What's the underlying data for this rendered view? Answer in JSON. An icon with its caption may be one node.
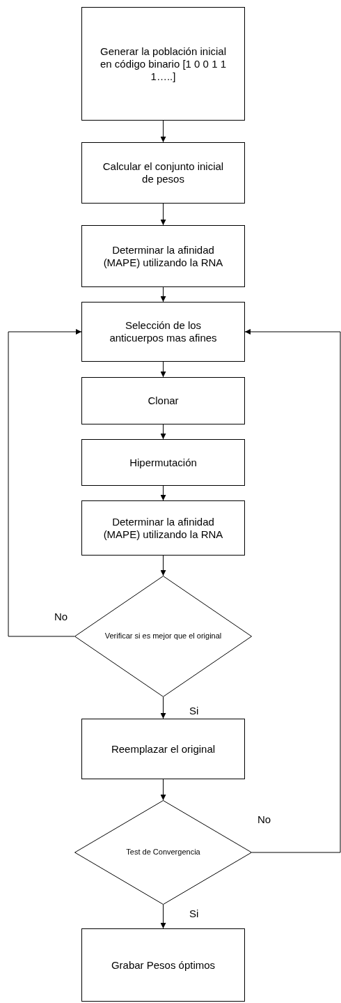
{
  "diagram": {
    "nodes": [
      {
        "text": [
          "Generar la población inicial en código binario [1 0 0 1 1 1…..]"
        ]
      },
      {
        "text": [
          "Calcular el conjunto inicial de pesos"
        ]
      },
      {
        "text": [
          "Determinar la afinidad (MAPE) utilizando la RNA"
        ]
      },
      {
        "text": [
          "Selección de los anticuerpos mas afines"
        ]
      },
      {
        "text": [
          "Clonar"
        ]
      },
      {
        "text": [
          "Hipermutación"
        ]
      },
      {
        "text": [
          "Determinar la afinidad (MAPE) utilizando la RNA"
        ]
      },
      {
        "text": [
          "Verificar si es mejor que el original"
        ]
      },
      {
        "text": [
          "Reemplazar el original"
        ]
      },
      {
        "text": [
          "Test de Convergencia"
        ]
      },
      {
        "text": [
          "Grabar Pesos óptimos"
        ]
      }
    ],
    "edges": [
      {
        "from": 0,
        "to": 1,
        "arrow": "to"
      },
      {
        "from": 1,
        "to": 2,
        "arrow": "to"
      },
      {
        "from": 2,
        "to": 3,
        "arrow": "to"
      },
      {
        "from": 3,
        "to": 4,
        "arrow": "to"
      },
      {
        "from": 4,
        "to": 5,
        "arrow": "to"
      },
      {
        "from": 5,
        "to": 6,
        "arrow": "to"
      },
      {
        "from": 6,
        "to": 7,
        "arrow": "to"
      },
      {
        "from": 7,
        "to": 3,
        "arrow": "to",
        "label": "No"
      },
      {
        "from": 7,
        "to": 8,
        "arrow": "to",
        "label": "Si"
      },
      {
        "from": 8,
        "to": 9,
        "arrow": "to"
      },
      {
        "from": 9,
        "to": 3,
        "arrow": "to",
        "label": "No"
      },
      {
        "from": 9,
        "to": 10,
        "arrow": "to",
        "label": "Si"
      }
    ]
  }
}
